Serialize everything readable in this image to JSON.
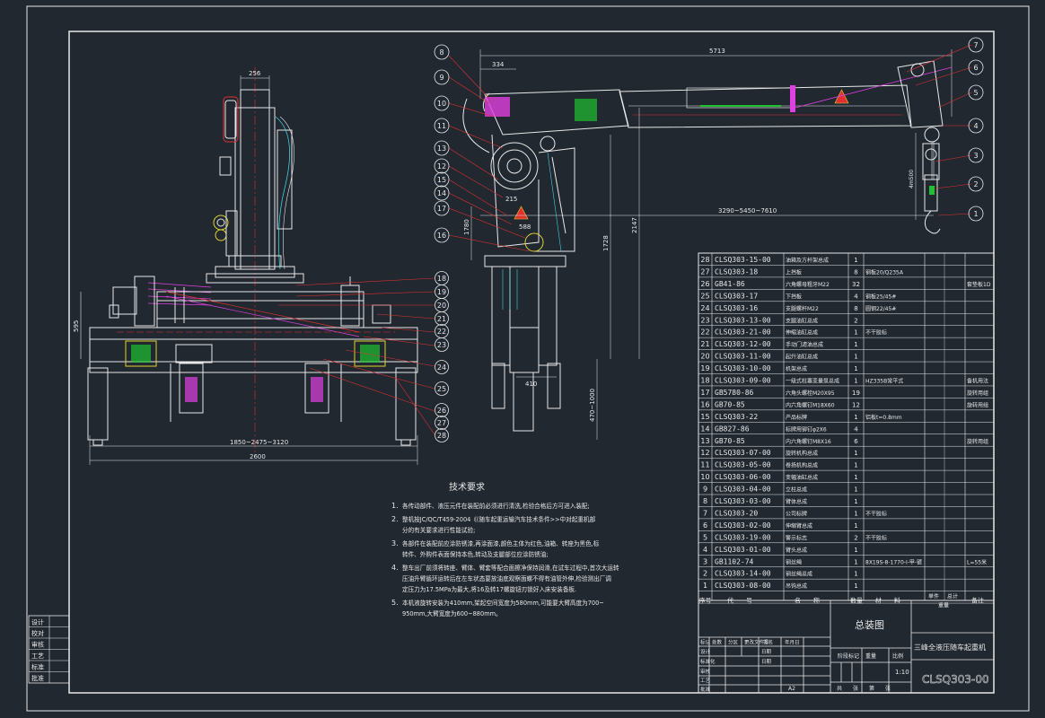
{
  "balloons_front": [
    "18",
    "19",
    "20",
    "21",
    "22",
    "23",
    "24",
    "25",
    "26",
    "27",
    "28"
  ],
  "balloons_side": [
    "8",
    "9",
    "10",
    "11",
    "13",
    "12",
    "15",
    "14",
    "17",
    "16"
  ],
  "balloons_right": [
    "7",
    "6",
    "5",
    "4",
    "3",
    "2",
    "1"
  ],
  "dimensions": {
    "front_top": "256",
    "front_height": "595",
    "front_track": "1850~2475~3120",
    "front_width": "2600",
    "side_top_small": "334",
    "side_top_total": "5713",
    "side_small1": "215",
    "side_small2": "588",
    "side_h1": "1780",
    "side_h2": "1728",
    "side_h3": "2147",
    "side_reach": "3290~5450~7610",
    "side_hook": "4m500",
    "side_base": "410",
    "side_lower": "470~1000"
  },
  "tech": {
    "title": "技术要求",
    "items": [
      {
        "no": "1.",
        "lines": [
          "各传动部件、液压元件在装配前必须进行清洗,检验合格后方可进入装配;"
        ]
      },
      {
        "no": "2.",
        "lines": [
          "整机按JC/QC/T459-2004《(随车起重运输汽车技术条件>>中对起重机部",
          "分的有关要求进行性能试验;"
        ]
      },
      {
        "no": "3.",
        "lines": [
          "各部件在装配前应涂防锈漆,再涂面漆,颜色主体为红色,油箱、转座为黑色,标",
          "转件、外购件表面保持本色,转动及支腿部位应涂防锈油;"
        ]
      },
      {
        "no": "4.",
        "lines": [
          "整车出厂前须将转座、臂体、臂套等配合面擦净保持润滑,在试车过程中,首次大运转",
          "压油升臂循环运转后在左车状态要放油底观察面螺不得有油管外伸,检验测出厂调",
          "定压力为17.5MPa为最大,将16及转17螺旋钮刃锁好入床安装备板."
        ]
      },
      {
        "no": "5.",
        "lines": [
          "本机液旋转安装为410mm,架起空间宽度为580mm,可能要大臂高度为700~",
          "950mm,大臂宽度为600~880mm。"
        ]
      }
    ]
  },
  "bom": {
    "rows": [
      {
        "no": "28",
        "code": "CLSQ303-15-00",
        "name": "油箱及方杆架总成",
        "qty": "1",
        "mat": "",
        "wt": "",
        "note": ""
      },
      {
        "no": "27",
        "code": "CLSQ303-18",
        "name": "上挡板",
        "qty": "8",
        "mat": "钢板20/Q235A",
        "wt": "",
        "note": ""
      },
      {
        "no": "26",
        "code": "GB41-86",
        "name": "六角螺母粗牙M22",
        "qty": "32",
        "mat": "",
        "wt": "",
        "note": "套垫板1D"
      },
      {
        "no": "25",
        "code": "CLSQ303-17",
        "name": "下挡板",
        "qty": "4",
        "mat": "钢板25/45#",
        "wt": "",
        "note": ""
      },
      {
        "no": "24",
        "code": "CLSQ303-16",
        "name": "支腿螺杆M22",
        "qty": "8",
        "mat": "圆钢22/45#",
        "wt": "",
        "note": ""
      },
      {
        "no": "23",
        "code": "CLSQ303-13-00",
        "name": "支腿油缸总成",
        "qty": "2",
        "mat": "",
        "wt": "",
        "note": ""
      },
      {
        "no": "22",
        "code": "CLSQ303-21-00",
        "name": "伸缩油缸总成",
        "qty": "1",
        "mat": "不干胶标",
        "wt": "",
        "note": ""
      },
      {
        "no": "21",
        "code": "CLSQ303-12-00",
        "name": "手动门滤油总成",
        "qty": "1",
        "mat": "",
        "wt": "",
        "note": ""
      },
      {
        "no": "20",
        "code": "CLSQ303-11-00",
        "name": "起升油缸总成",
        "qty": "1",
        "mat": "",
        "wt": "",
        "note": ""
      },
      {
        "no": "19",
        "code": "CLSQ303-10-00",
        "name": "机架总成",
        "qty": "1",
        "mat": "",
        "wt": "",
        "note": ""
      },
      {
        "no": "18",
        "code": "CLSQ303-09-00",
        "name": "一级式柱塞变量泵总成",
        "qty": "1",
        "mat": "HZ335B常平式",
        "wt": "",
        "note": "备机用法"
      },
      {
        "no": "17",
        "code": "GB5780-86",
        "name": "六角头螺栓M20X95",
        "qty": "19",
        "mat": "",
        "wt": "",
        "note": "旋转用组"
      },
      {
        "no": "16",
        "code": "GB70-85",
        "name": "内六角螺钉M18X60",
        "qty": "12",
        "mat": "",
        "wt": "",
        "note": "旋转用组"
      },
      {
        "no": "15",
        "code": "CLSQ303-22",
        "name": "产品标牌",
        "qty": "1",
        "mat": "铝板t=0.8mm",
        "wt": "",
        "note": ""
      },
      {
        "no": "14",
        "code": "GB827-86",
        "name": "标牌用铆钉φ2X6",
        "qty": "4",
        "mat": "",
        "wt": "",
        "note": ""
      },
      {
        "no": "13",
        "code": "GB70-85",
        "name": "内六角螺钉M8X16",
        "qty": "6",
        "mat": "",
        "wt": "",
        "note": "旋转用组"
      },
      {
        "no": "12",
        "code": "CLSQ303-07-00",
        "name": "旋转机构总成",
        "qty": "1",
        "mat": "",
        "wt": "",
        "note": ""
      },
      {
        "no": "11",
        "code": "CLSQ303-05-00",
        "name": "卷扬机构总成",
        "qty": "1",
        "mat": "",
        "wt": "",
        "note": ""
      },
      {
        "no": "10",
        "code": "CLSQ303-06-00",
        "name": "变幅油缸总成",
        "qty": "1",
        "mat": "",
        "wt": "",
        "note": ""
      },
      {
        "no": "9",
        "code": "CLSQ303-04-00",
        "name": "立柱总成",
        "qty": "1",
        "mat": "",
        "wt": "",
        "note": ""
      },
      {
        "no": "8",
        "code": "CLSQ303-03-00",
        "name": "臂体总成",
        "qty": "1",
        "mat": "",
        "wt": "",
        "note": ""
      },
      {
        "no": "7",
        "code": "CLSQ303-20",
        "name": "公司标牌",
        "qty": "1",
        "mat": "不干胶标",
        "wt": "",
        "note": ""
      },
      {
        "no": "6",
        "code": "CLSQ303-02-00",
        "name": "伸缩臂总成",
        "qty": "1",
        "mat": "",
        "wt": "",
        "note": ""
      },
      {
        "no": "5",
        "code": "CLSQ303-19-00",
        "name": "警示标志",
        "qty": "2",
        "mat": "不干胶标",
        "wt": "",
        "note": ""
      },
      {
        "no": "4",
        "code": "CLSQ303-01-00",
        "name": "臂头总成",
        "qty": "1",
        "mat": "",
        "wt": "",
        "note": ""
      },
      {
        "no": "3",
        "code": "GB1102-74",
        "name": "钢丝绳",
        "qty": "1",
        "mat": "8X19S-8-1770-I-甲-镀",
        "wt": "",
        "note": "L=55米"
      },
      {
        "no": "2",
        "code": "CLSQ303-14-00",
        "name": "钢丝绳总成",
        "qty": "1",
        "mat": "",
        "wt": "",
        "note": ""
      },
      {
        "no": "1",
        "code": "CLSQ303-08-00",
        "name": "吊钩总成",
        "qty": "1",
        "mat": "",
        "wt": "",
        "note": ""
      }
    ],
    "header": {
      "no": "序号",
      "code": "代　　号",
      "name": "名　　称",
      "qty": "数量",
      "mat": "材　　料",
      "wt_single": "单件",
      "wt_total": "总计",
      "wt": "重量",
      "note": "备注"
    }
  },
  "title_block": {
    "drawing_name": "总装图",
    "company": "三峰全液压随车起重机",
    "drawing_no": "CLSQ303-00",
    "scale_label": "比例",
    "scale": "1:10",
    "weight_label": "重量",
    "stage_label": "阶段标记",
    "sheet_total": "共　　张",
    "sheet_no": "第　　张",
    "size": "A2",
    "rev_headers": [
      "标记",
      "处数",
      "分区",
      "更改文件号",
      "签名",
      "年月日"
    ],
    "roles": [
      "设计",
      "标准化",
      "审核",
      "工艺",
      "批准"
    ],
    "roles2": [
      "日期",
      "日期"
    ]
  },
  "left_block": [
    "设计",
    "校对",
    "审核",
    "工艺",
    "标准",
    "批准"
  ],
  "colors": {
    "bg": "#212830",
    "line": "#e8e8e8",
    "red": "#e03030",
    "green": "#20c030",
    "magenta": "#e040e0",
    "yellow": "#e0d030",
    "cyan": "#40d0e0"
  }
}
